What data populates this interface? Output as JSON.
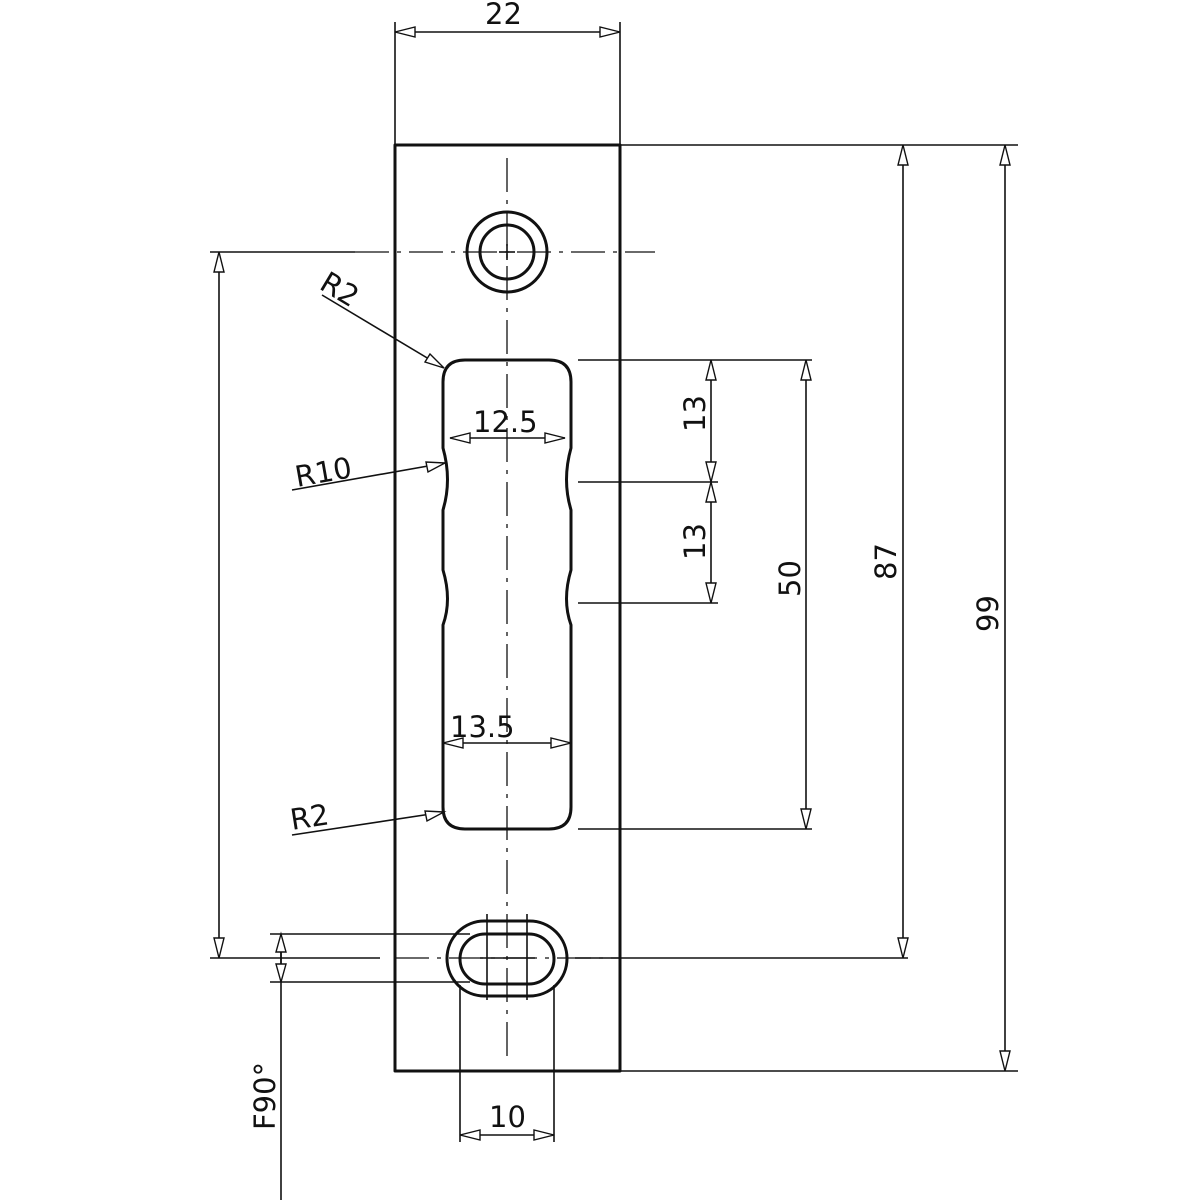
{
  "dimensions": {
    "plate_width": "22",
    "hole_spacing": "87",
    "plate_height": "99",
    "slot_length": "50",
    "step_upper": "13",
    "step_lower": "13",
    "slot_width_top": "12.5",
    "slot_width_bottom": "13.5",
    "oval_width": "10"
  },
  "radii": {
    "top_corner": "R2",
    "waist": "R10",
    "bottom_corner": "R2"
  },
  "note": "F90°"
}
